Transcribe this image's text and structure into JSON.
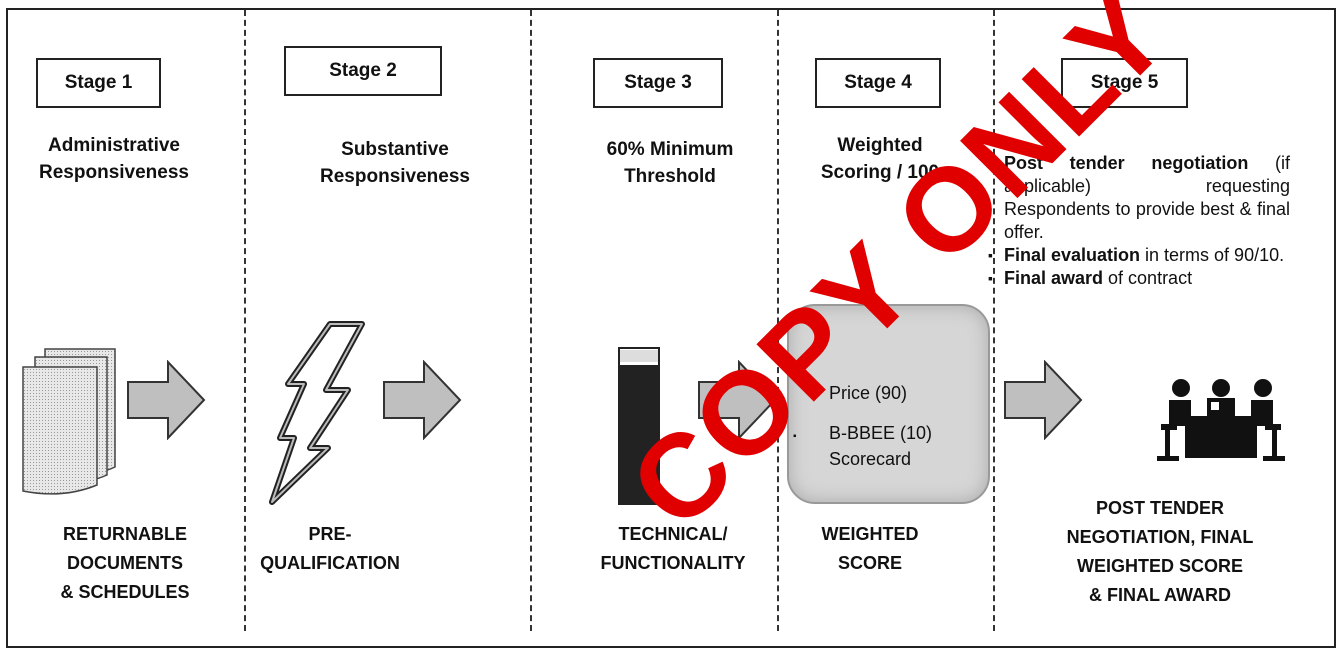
{
  "stages": [
    {
      "label": "Stage 1",
      "heading": "Administrative\nResponsiveness",
      "caption": "RETURNABLE\nDOCUMENTS\n& SCHEDULES"
    },
    {
      "label": "Stage 2",
      "heading": "Substantive\nResponsiveness",
      "caption": "PRE-\nQUALIFICATION"
    },
    {
      "label": "Stage 3",
      "heading": "60% Minimum\nThreshold",
      "caption": "TECHNICAL/\nFUNCTIONALITY"
    },
    {
      "label": "Stage 4",
      "heading": "Weighted\nScoring / 100",
      "caption": "WEIGHTED\nSCORE"
    },
    {
      "label": "Stage 5",
      "caption": "POST TENDER\nNEGOTIATION, FINAL\nWEIGHTED  SCORE\n& FINAL AWARD"
    }
  ],
  "stage5_bullets": [
    {
      "bold": "Post tender negotiation",
      "rest": " (if applicable) requesting Respondents to provide best & final offer."
    },
    {
      "bold": "Final evaluation",
      "rest": " in terms of 90/10."
    },
    {
      "bold": "Final award",
      "rest": " of contract"
    }
  ],
  "scorebox": {
    "price": "Price (90)",
    "bbbee": "B-BBEE (10)",
    "scorecard": "Scorecard"
  },
  "watermark": "COPY ONLY"
}
